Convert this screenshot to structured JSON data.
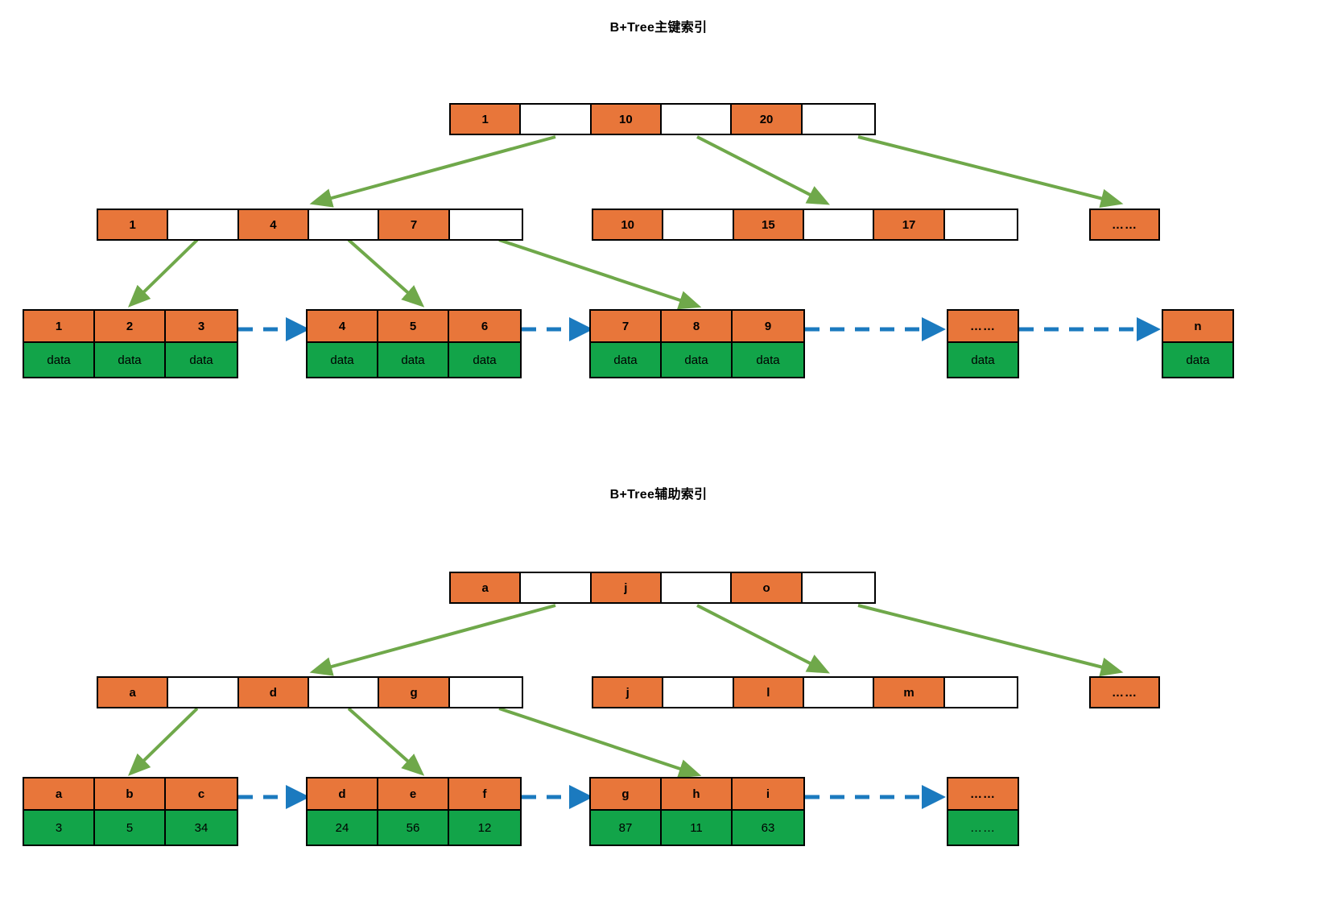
{
  "page": {
    "background": "#ffffff",
    "colors": {
      "key_orange": "#E8763A",
      "data_green": "#12A449",
      "pointer_white": "#ffffff",
      "border_black": "#000000",
      "tree_arrow_green": "#6FA84A",
      "leaf_link_blue": "#1B7ABF"
    }
  },
  "diagrams": [
    {
      "id": "primary",
      "title": "B+Tree主键索引",
      "root": {
        "name": "primary-root-node",
        "cells": [
          {
            "type": "key",
            "label": "1"
          },
          {
            "type": "ptr",
            "label": ""
          },
          {
            "type": "key",
            "label": "10"
          },
          {
            "type": "ptr",
            "label": ""
          },
          {
            "type": "key",
            "label": "20"
          },
          {
            "type": "ptr",
            "label": ""
          }
        ]
      },
      "internal": [
        {
          "name": "primary-internal-node-1",
          "cells": [
            {
              "type": "key",
              "label": "1"
            },
            {
              "type": "ptr",
              "label": ""
            },
            {
              "type": "key",
              "label": "4"
            },
            {
              "type": "ptr",
              "label": ""
            },
            {
              "type": "key",
              "label": "7"
            },
            {
              "type": "ptr",
              "label": ""
            }
          ]
        },
        {
          "name": "primary-internal-node-2",
          "cells": [
            {
              "type": "key",
              "label": "10"
            },
            {
              "type": "ptr",
              "label": ""
            },
            {
              "type": "key",
              "label": "15"
            },
            {
              "type": "ptr",
              "label": ""
            },
            {
              "type": "key",
              "label": "17"
            },
            {
              "type": "ptr",
              "label": ""
            }
          ]
        },
        {
          "name": "primary-internal-node-3",
          "cells": [
            {
              "type": "key",
              "label": "……"
            }
          ]
        }
      ],
      "leaves": [
        {
          "name": "primary-leaf-node-1",
          "keys": [
            "1",
            "2",
            "3"
          ],
          "values": [
            "data",
            "data",
            "data"
          ]
        },
        {
          "name": "primary-leaf-node-2",
          "keys": [
            "4",
            "5",
            "6"
          ],
          "values": [
            "data",
            "data",
            "data"
          ]
        },
        {
          "name": "primary-leaf-node-3",
          "keys": [
            "7",
            "8",
            "9"
          ],
          "values": [
            "data",
            "data",
            "data"
          ]
        },
        {
          "name": "primary-leaf-node-4",
          "keys": [
            "……"
          ],
          "values": [
            "data"
          ]
        },
        {
          "name": "primary-leaf-node-5",
          "keys": [
            "n"
          ],
          "values": [
            "data"
          ]
        }
      ]
    },
    {
      "id": "secondary",
      "title": "B+Tree辅助索引",
      "root": {
        "name": "secondary-root-node",
        "cells": [
          {
            "type": "key",
            "label": "a"
          },
          {
            "type": "ptr",
            "label": ""
          },
          {
            "type": "key",
            "label": "j"
          },
          {
            "type": "ptr",
            "label": ""
          },
          {
            "type": "key",
            "label": "o"
          },
          {
            "type": "ptr",
            "label": ""
          }
        ]
      },
      "internal": [
        {
          "name": "secondary-internal-node-1",
          "cells": [
            {
              "type": "key",
              "label": "a"
            },
            {
              "type": "ptr",
              "label": ""
            },
            {
              "type": "key",
              "label": "d"
            },
            {
              "type": "ptr",
              "label": ""
            },
            {
              "type": "key",
              "label": "g"
            },
            {
              "type": "ptr",
              "label": ""
            }
          ]
        },
        {
          "name": "secondary-internal-node-2",
          "cells": [
            {
              "type": "key",
              "label": "j"
            },
            {
              "type": "ptr",
              "label": ""
            },
            {
              "type": "key",
              "label": "l"
            },
            {
              "type": "ptr",
              "label": ""
            },
            {
              "type": "key",
              "label": "m"
            },
            {
              "type": "ptr",
              "label": ""
            }
          ]
        },
        {
          "name": "secondary-internal-node-3",
          "cells": [
            {
              "type": "key",
              "label": "……"
            }
          ]
        }
      ],
      "leaves": [
        {
          "name": "secondary-leaf-node-1",
          "keys": [
            "a",
            "b",
            "c"
          ],
          "values": [
            "3",
            "5",
            "34"
          ]
        },
        {
          "name": "secondary-leaf-node-2",
          "keys": [
            "d",
            "e",
            "f"
          ],
          "values": [
            "24",
            "56",
            "12"
          ]
        },
        {
          "name": "secondary-leaf-node-3",
          "keys": [
            "g",
            "h",
            "i"
          ],
          "values": [
            "87",
            "11",
            "63"
          ]
        },
        {
          "name": "secondary-leaf-node-4",
          "keys": [
            "……"
          ],
          "values": [
            "……"
          ]
        }
      ]
    }
  ]
}
